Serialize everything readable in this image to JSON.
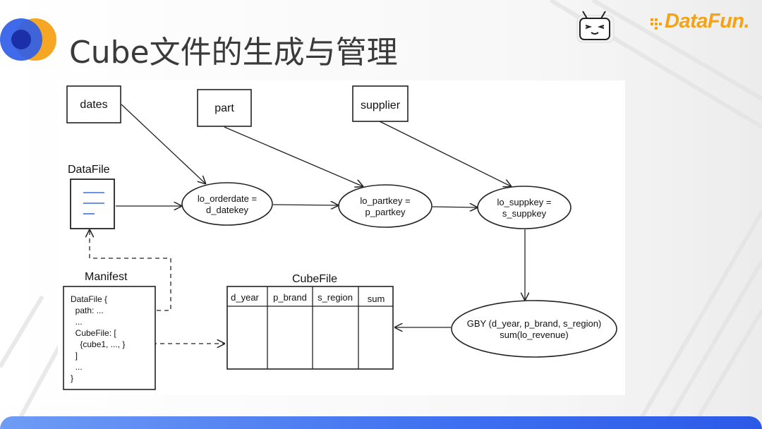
{
  "slide": {
    "title": "Cube文件的生成与管理",
    "brand": "DataFun."
  },
  "diagram": {
    "tables": {
      "dates": "dates",
      "part": "part",
      "supplier": "supplier"
    },
    "datafile_label": "DataFile",
    "joins": {
      "join1_line1": "lo_orderdate =",
      "join1_line2": "d_datekey",
      "join2_line1": "lo_partkey =",
      "join2_line2": "p_partkey",
      "join3_line1": "lo_suppkey =",
      "join3_line2": "s_suppkey"
    },
    "gby_line1": "GBY (d_year, p_brand, s_region)",
    "gby_line2": "sum(lo_revenue)",
    "manifest_label": "Manifest",
    "manifest_lines": [
      "DataFile {",
      "  path: ...",
      "  ...",
      "  CubeFile: [",
      "    {cube1, ..., }",
      "  ]",
      "  ...",
      "}"
    ],
    "cubefile_label": "CubeFile",
    "cubefile_columns": [
      "d_year",
      "p_brand",
      "s_region",
      "sum"
    ]
  }
}
